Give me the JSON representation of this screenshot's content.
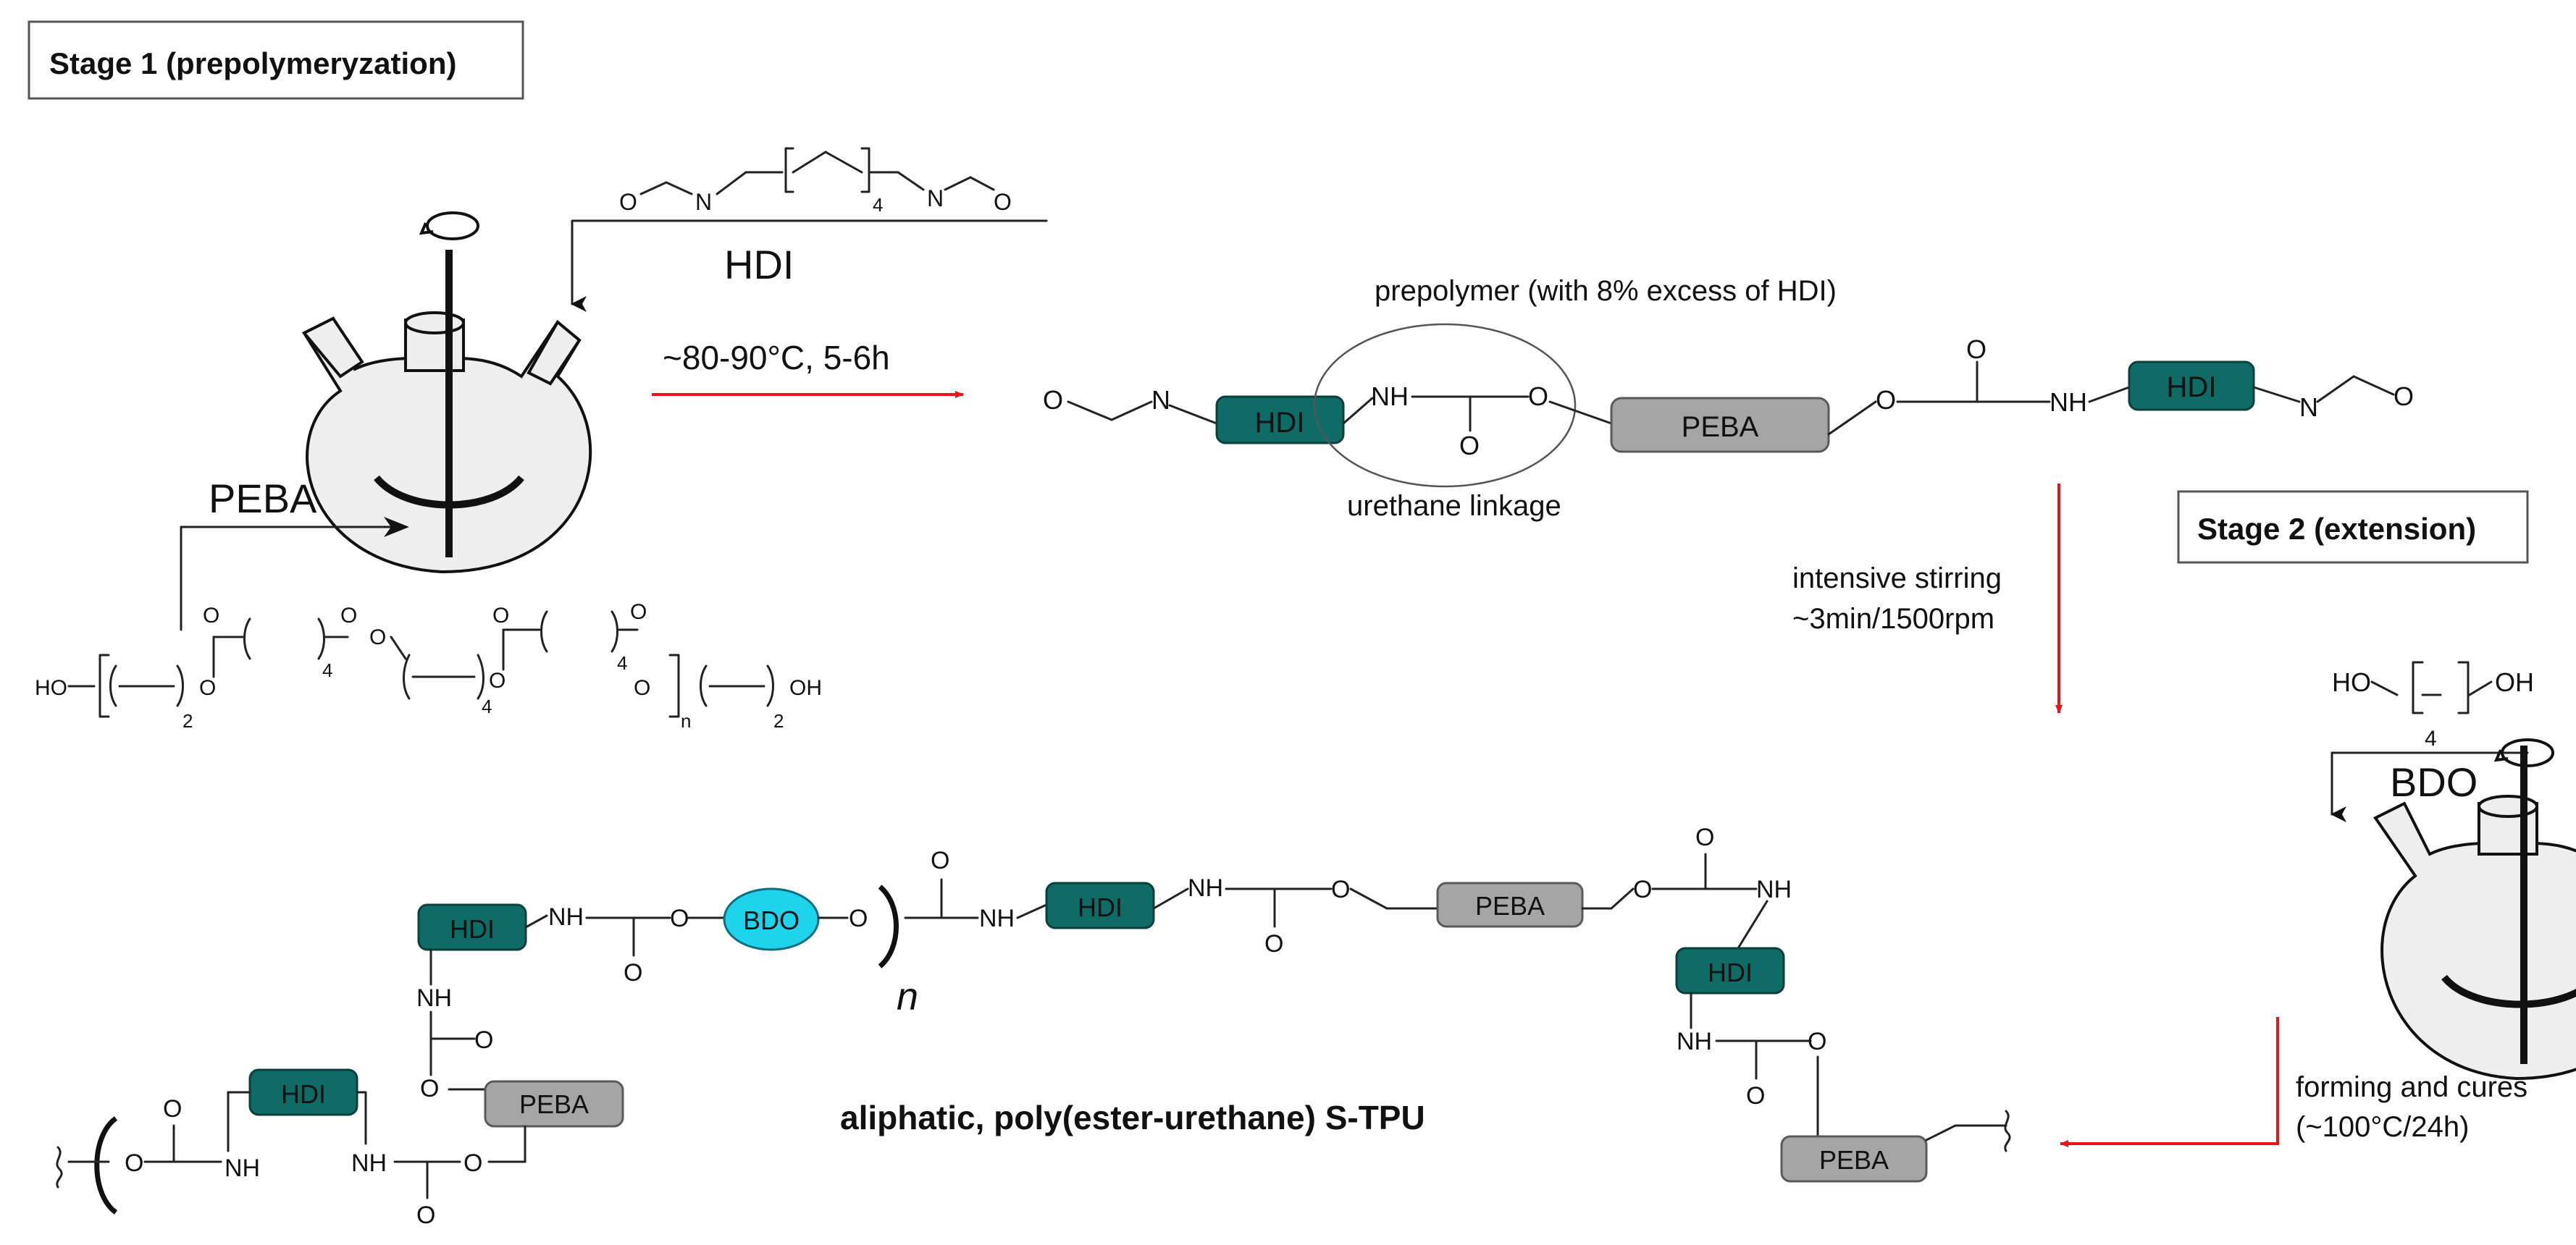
{
  "stage1": {
    "label": "Stage 1 (prepolymeryzation)"
  },
  "stage2": {
    "label": "Stage 2 (extension)"
  },
  "reagents": {
    "hdi_name": "HDI",
    "peba_name": "PEBA",
    "bdo_name": "BDO"
  },
  "reaction1": {
    "conditions": "~80-90°C, 5-6h"
  },
  "prepolymer": {
    "title": "prepolymer (with 8% excess of HDI)",
    "linkage_label": "urethane linkage"
  },
  "reaction2": {
    "line1": "intensive stirring",
    "line2": "~3min/1500rpm"
  },
  "reaction3": {
    "line1": "forming and cures",
    "line2": "(~100°C/24h)"
  },
  "product": {
    "title": "aliphatic, poly(ester-urethane) S-TPU"
  },
  "blocks": {
    "hdi": "HDI",
    "peba": "PEBA",
    "bdo": "BDO"
  },
  "atoms": {
    "O": "O",
    "N": "N",
    "NH": "NH",
    "HO": "HO",
    "OH": "OH",
    "n": "n",
    "sub2": "2",
    "sub4": "4"
  },
  "colors": {
    "hdi": "#0e6b66",
    "peba": "#a5a5a5",
    "bdo": "#1fd3ec",
    "arrow": "#e8141b"
  }
}
